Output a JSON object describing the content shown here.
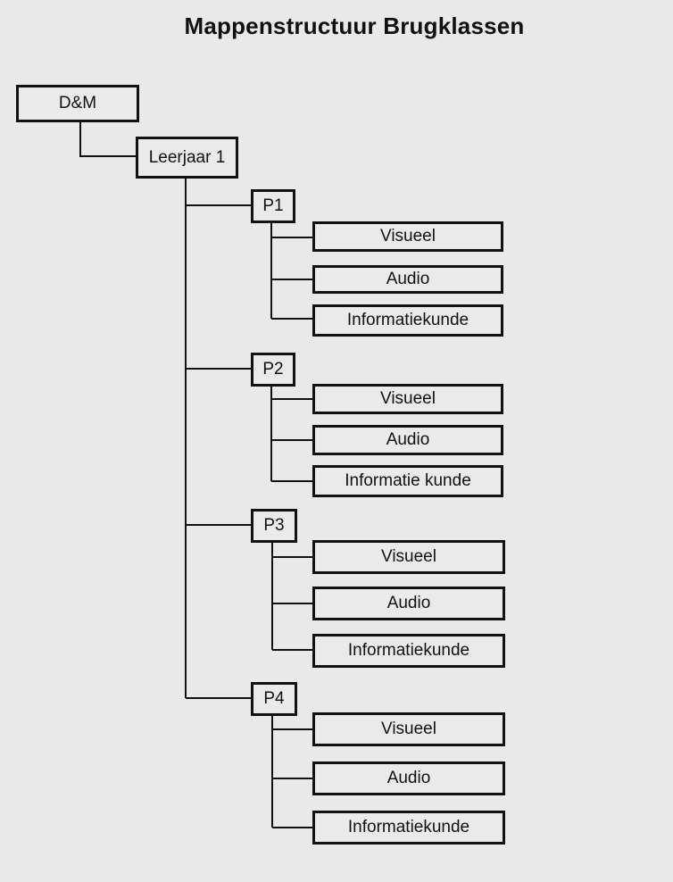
{
  "title": "Mappenstructuur Brugklassen",
  "root": {
    "label": "D&M",
    "child": {
      "label": "Leerjaar 1",
      "periods": [
        {
          "label": "P1",
          "folders": [
            "Visueel",
            "Audio",
            "Informatiekunde"
          ]
        },
        {
          "label": "P2",
          "folders": [
            "Visueel",
            "Audio",
            "Informatie kunde"
          ]
        },
        {
          "label": "P3",
          "folders": [
            "Visueel",
            "Audio",
            "Informatiekunde"
          ]
        },
        {
          "label": "P4",
          "folders": [
            "Visueel",
            "Audio",
            "Informatiekunde"
          ]
        }
      ]
    }
  }
}
